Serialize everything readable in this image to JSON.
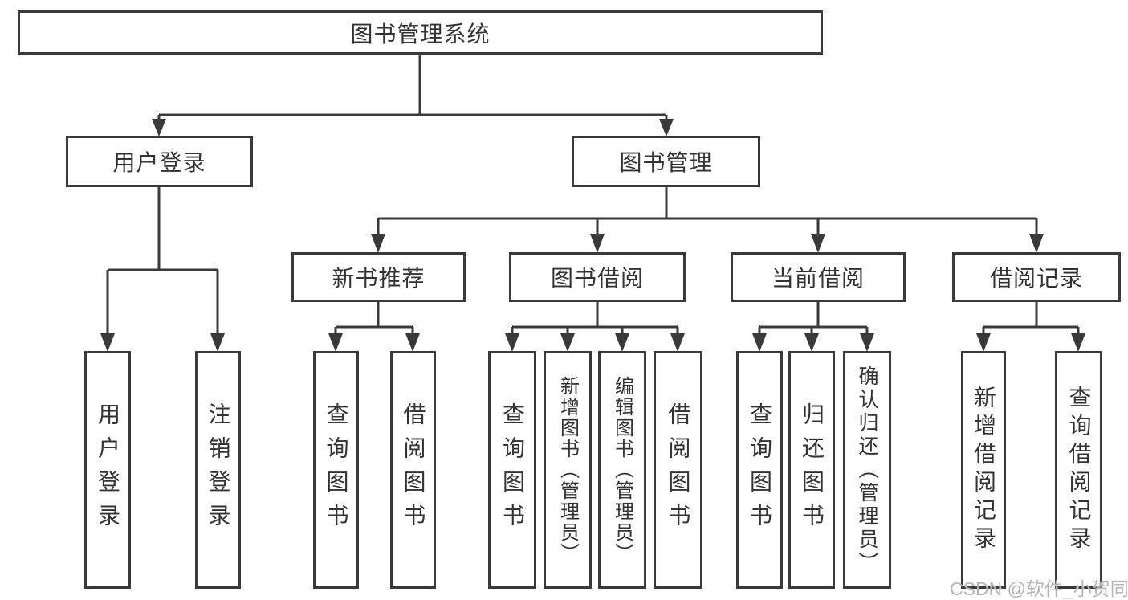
{
  "colors": {
    "line": "#3a3a3a",
    "border": "#3a3a3a",
    "text": "#333333",
    "box_background": "#ffffff",
    "page_background": "#ffffff",
    "watermark_gray": "#b2b2b2"
  },
  "watermark": {
    "text": "CSDN @软件_小贺同学"
  },
  "diagram": {
    "type": "tree",
    "root": {
      "id": "root",
      "label": "图书管理系统"
    },
    "level2": [
      {
        "id": "user-login",
        "label": "用户登录",
        "parent": "root"
      },
      {
        "id": "book-mgmt",
        "label": "图书管理",
        "parent": "root"
      }
    ],
    "level3": [
      {
        "id": "new-book-rec",
        "label": "新书推荐",
        "parent": "book-mgmt"
      },
      {
        "id": "book-borrow",
        "label": "图书借阅",
        "parent": "book-mgmt"
      },
      {
        "id": "current-borrow",
        "label": "当前借阅",
        "parent": "book-mgmt"
      },
      {
        "id": "borrow-records",
        "label": "借阅记录",
        "parent": "book-mgmt"
      }
    ],
    "leaves": [
      {
        "label": "用户登录",
        "parent": "user-login"
      },
      {
        "label": "注销登录",
        "parent": "user-login"
      },
      {
        "label": "查询图书",
        "parent": "new-book-rec"
      },
      {
        "label": "借阅图书",
        "parent": "new-book-rec"
      },
      {
        "label": "查询图书",
        "parent": "book-borrow"
      },
      {
        "label": "新增图书（管理员）",
        "parent": "book-borrow"
      },
      {
        "label": "编辑图书（管理员）",
        "parent": "book-borrow"
      },
      {
        "label": "借阅图书",
        "parent": "book-borrow"
      },
      {
        "label": "查询图书",
        "parent": "current-borrow"
      },
      {
        "label": "归还图书",
        "parent": "current-borrow"
      },
      {
        "label": "确认归还（管理员）",
        "parent": "current-borrow"
      },
      {
        "label": "新增借阅记录",
        "parent": "borrow-records"
      },
      {
        "label": "查询借阅记录",
        "parent": "borrow-records"
      }
    ]
  }
}
